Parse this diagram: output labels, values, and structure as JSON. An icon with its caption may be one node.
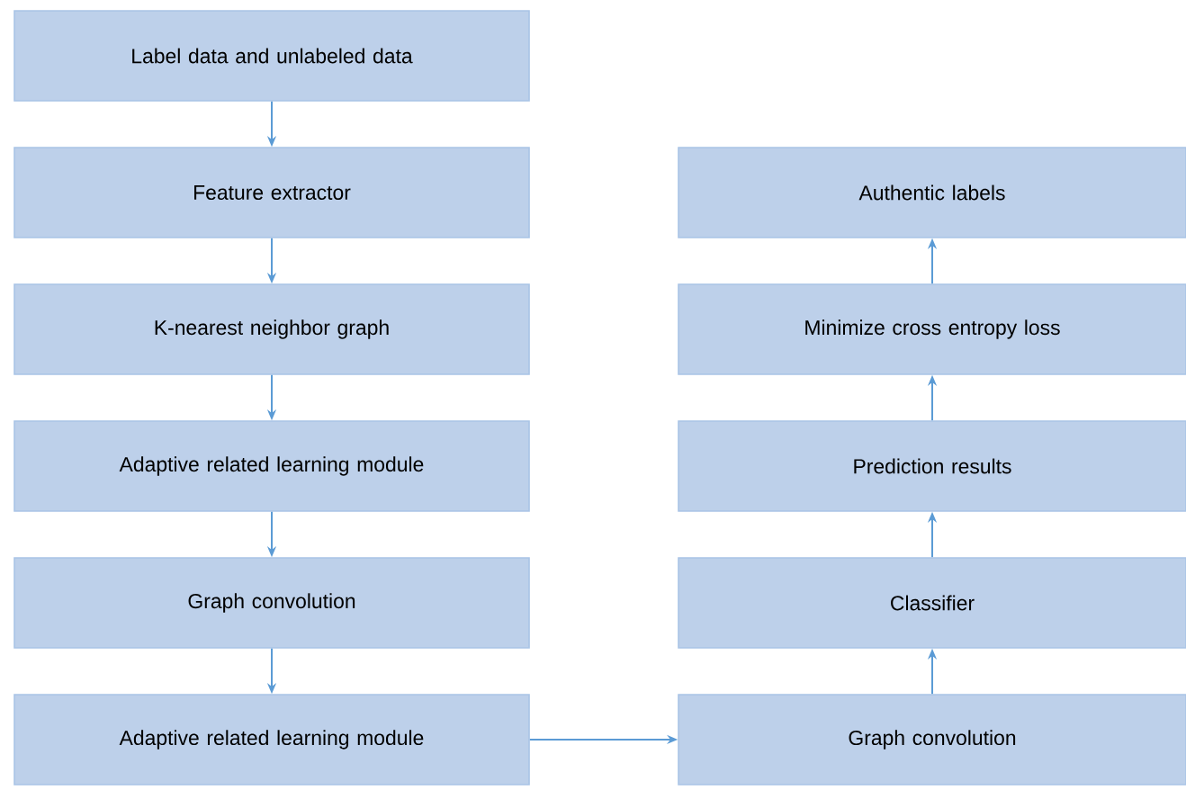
{
  "diagram": {
    "nodes": [
      {
        "text": [
          "Label data and unlabeled data"
        ]
      },
      {
        "text": [
          "Feature extractor"
        ]
      },
      {
        "text": [
          "K-nearest neighbor graph"
        ]
      },
      {
        "text": [
          "Adaptive related learning module"
        ]
      },
      {
        "text": [
          "Graph convolution"
        ]
      },
      {
        "text": [
          "Adaptive related learning module"
        ]
      },
      {
        "text": [
          "Authentic labels"
        ]
      },
      {
        "text": [
          "Minimize cross entropy loss"
        ]
      },
      {
        "text": [
          "Prediction results"
        ]
      },
      {
        "text": [
          "Classifier"
        ]
      },
      {
        "text": [
          "Graph convolution"
        ]
      }
    ],
    "edges": [
      {
        "from": 0,
        "to": 1,
        "arrow": "to"
      },
      {
        "from": 1,
        "to": 2,
        "arrow": "to"
      },
      {
        "from": 2,
        "to": 3,
        "arrow": "to"
      },
      {
        "from": 3,
        "to": 4,
        "arrow": "to"
      },
      {
        "from": 4,
        "to": 5,
        "arrow": "to"
      },
      {
        "from": 5,
        "to": 10,
        "arrow": "to"
      },
      {
        "from": 10,
        "to": 9,
        "arrow": "to"
      },
      {
        "from": 9,
        "to": 8,
        "arrow": "to"
      },
      {
        "from": 8,
        "to": 7,
        "arrow": "to"
      },
      {
        "from": 7,
        "to": 6,
        "arrow": "to"
      }
    ]
  }
}
